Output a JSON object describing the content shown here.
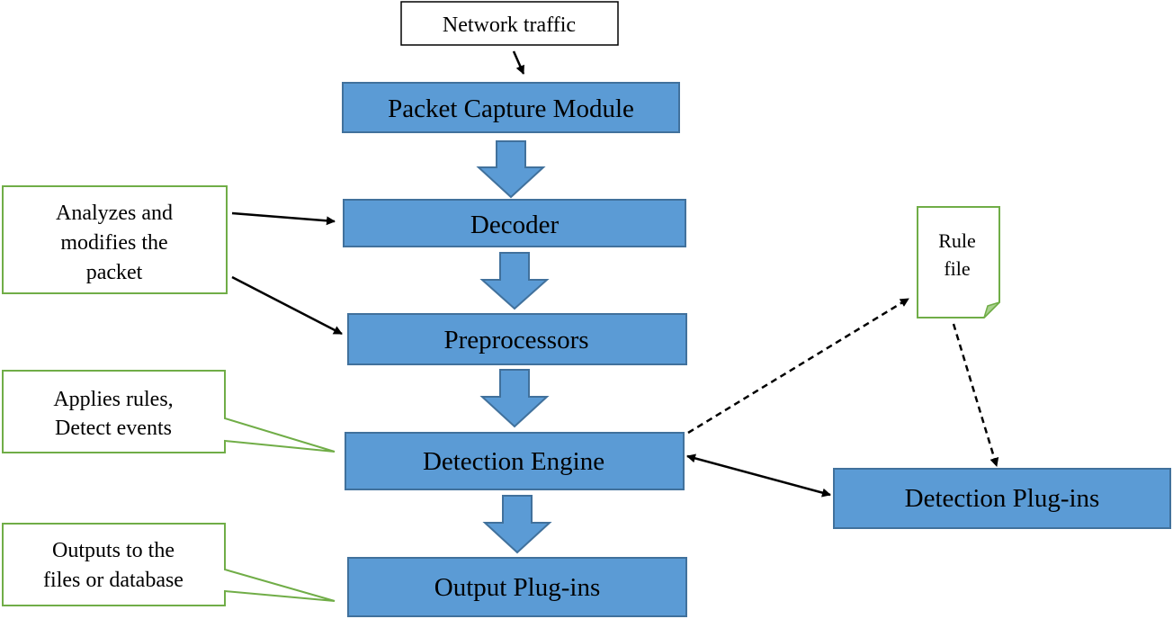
{
  "input": {
    "label": "Network traffic"
  },
  "modules": {
    "packet_capture": "Packet Capture Module",
    "decoder": "Decoder",
    "preprocessors": "Preprocessors",
    "detection_engine": "Detection Engine",
    "output_plugins": "Output Plug-ins",
    "detection_plugins": "Detection Plug-ins"
  },
  "notes": {
    "decode_note": [
      "Analyzes and",
      "modifies the",
      "packet"
    ],
    "detection_note": [
      "Applies rules,",
      "Detect events"
    ],
    "output_note": [
      "Outputs to the",
      "files or database"
    ]
  },
  "rule_file": {
    "lines": [
      "Rule",
      "file"
    ]
  },
  "colors": {
    "module_fill": "#5b9bd5",
    "module_stroke": "#41719c",
    "note_stroke": "#70ad47",
    "arrow": "#000000"
  }
}
